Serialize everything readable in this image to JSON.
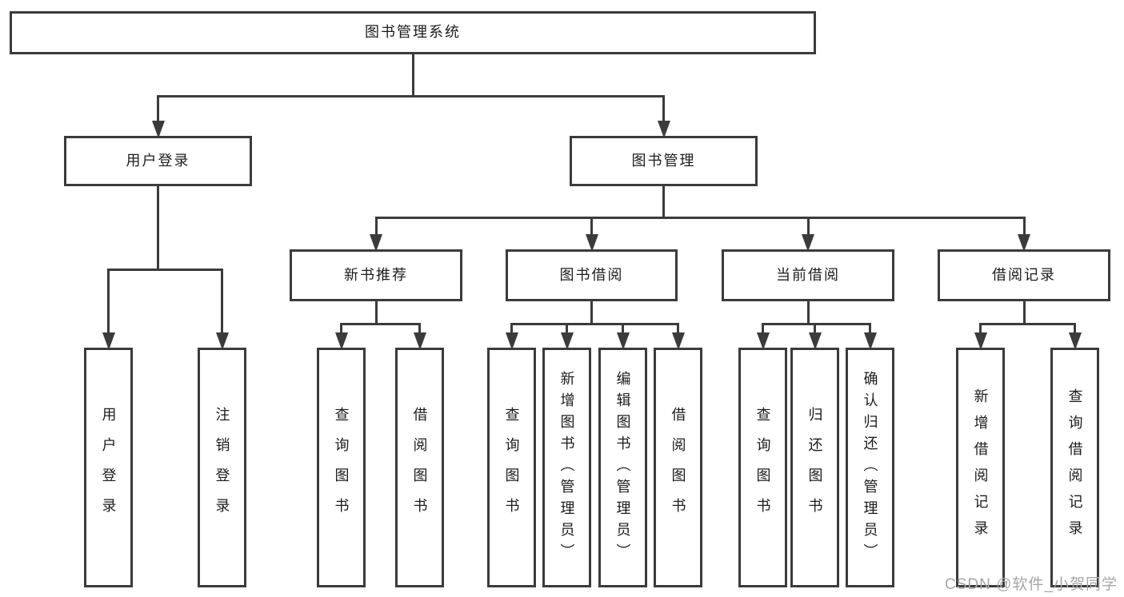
{
  "title": "图书管理系统",
  "watermark": "CSDN @软件_小贺同学",
  "colors": {
    "line": "#3b3b3b",
    "text": "#1c1c1c",
    "watermark": "#a6a6a6",
    "background": "#ffffff"
  },
  "tree": {
    "id": "root",
    "label": "图书管理系统",
    "children": [
      {
        "id": "user-login",
        "label": "用户登录",
        "children": [
          {
            "id": "login",
            "label": "用户登录"
          },
          {
            "id": "logout",
            "label": "注销登录"
          }
        ]
      },
      {
        "id": "book-mgmt",
        "label": "图书管理",
        "children": [
          {
            "id": "new-book-rec",
            "label": "新书推荐",
            "children": [
              {
                "id": "query-book-1",
                "label": "查询图书"
              },
              {
                "id": "borrow-book-1",
                "label": "借阅图书"
              }
            ]
          },
          {
            "id": "book-borrow",
            "label": "图书借阅",
            "children": [
              {
                "id": "query-book-2",
                "label": "查询图书"
              },
              {
                "id": "add-book",
                "label": "新增图书（管理员）"
              },
              {
                "id": "edit-book",
                "label": "编辑图书（管理员）"
              },
              {
                "id": "borrow-book-2",
                "label": "借阅图书"
              }
            ]
          },
          {
            "id": "current-borrow",
            "label": "当前借阅",
            "children": [
              {
                "id": "query-book-3",
                "label": "查询图书"
              },
              {
                "id": "return-book",
                "label": "归还图书"
              },
              {
                "id": "confirm-return",
                "label": "确认归还（管理员）"
              }
            ]
          },
          {
            "id": "borrow-record",
            "label": "借阅记录",
            "children": [
              {
                "id": "add-borrow-record",
                "label": "新增借阅记录"
              },
              {
                "id": "query-borrow-record",
                "label": "查询借阅记录"
              }
            ]
          }
        ]
      }
    ]
  }
}
